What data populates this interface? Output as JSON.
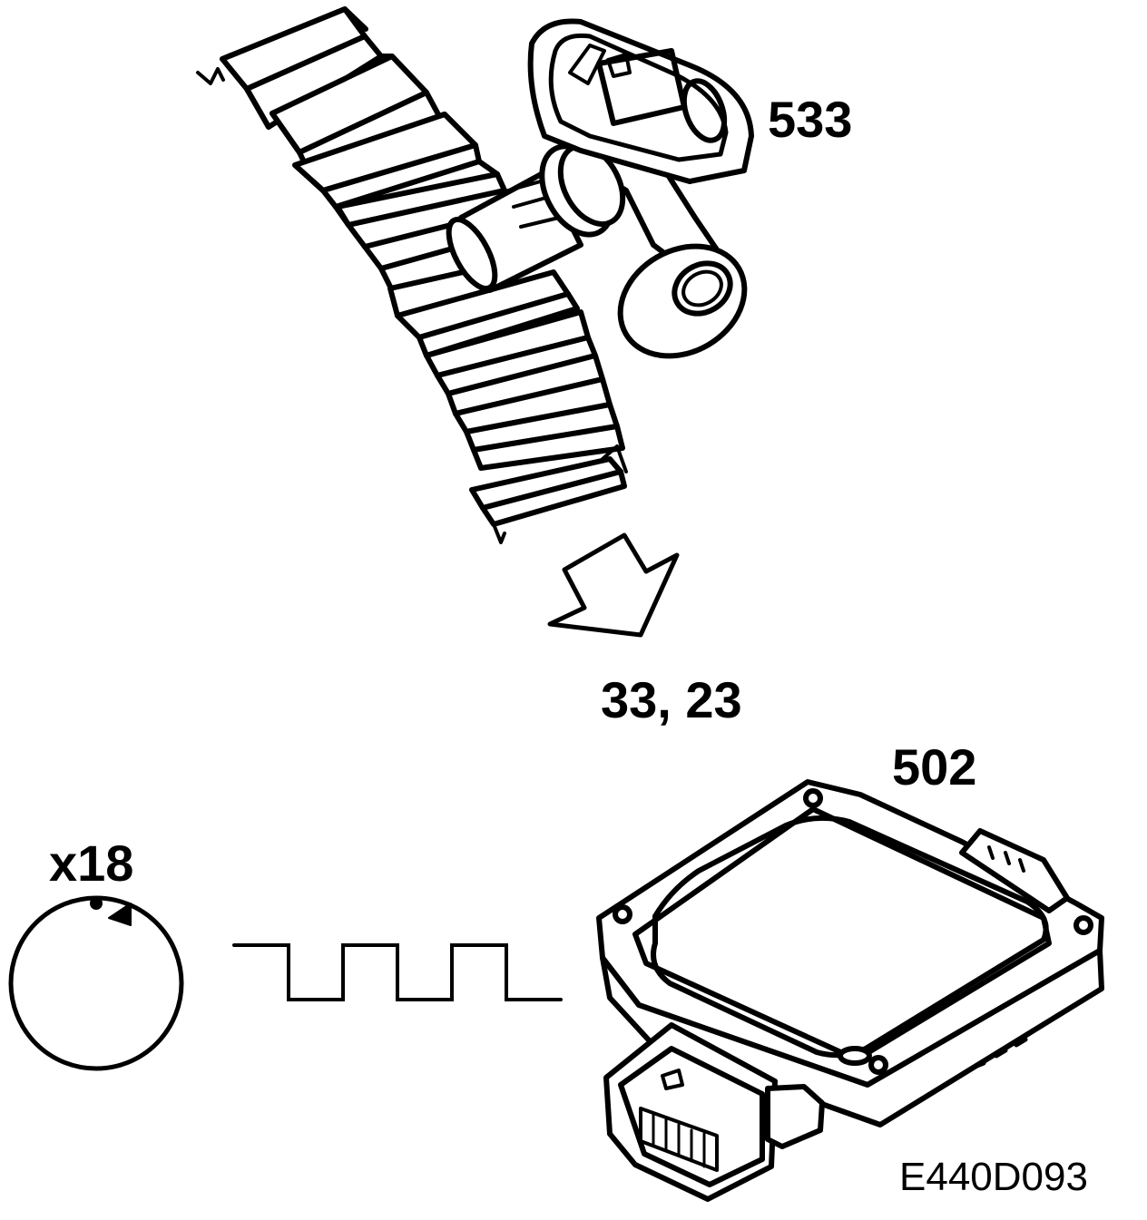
{
  "diagram": {
    "labels": {
      "sensor": "533",
      "connector_pins": "33, 23",
      "control_module": "502",
      "pulses_per_rev": "x18",
      "figure_id": "E440D093"
    },
    "colors": {
      "line": "#000000",
      "background": "#ffffff"
    },
    "components": [
      {
        "name": "wheel-speed-sensor",
        "callout": "533"
      },
      {
        "name": "corrugated-wiring-conduit"
      },
      {
        "name": "signal-direction-arrow"
      },
      {
        "name": "control-module",
        "callout": "502"
      },
      {
        "name": "rotation-indicator",
        "callout": "x18"
      },
      {
        "name": "square-wave-signal"
      }
    ]
  }
}
